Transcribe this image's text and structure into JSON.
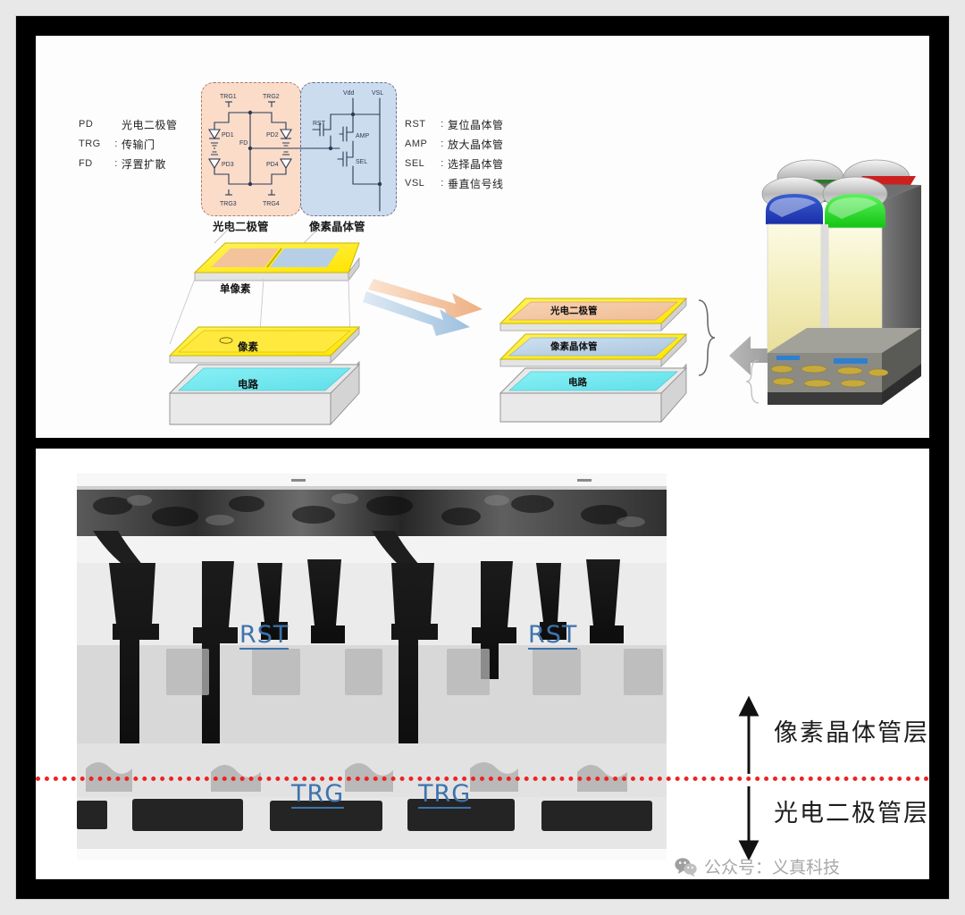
{
  "figure": {
    "title_hidden": "",
    "panels": [
      "schematic",
      "tem-cross-section"
    ]
  },
  "colors": {
    "photodiode_box": "#fadcc9",
    "pixel_transistor_box": "#ccdcef",
    "label_blue": "#3d73ad",
    "dotted_line_red": "#ee2222",
    "arrow_orange": "#f3c3a0",
    "arrow_blue": "#aac9e4",
    "plate_yellow": "#ffe93f",
    "plate_cyan": "#7fe8ef",
    "plate_orange": "#f5c9a6",
    "plate_blue": "#bcd4e8",
    "frame_black": "#000000",
    "page_background": "#e8e8e8"
  },
  "legend_left": {
    "rows": [
      {
        "abbr": "PD",
        "colon": "",
        "cn": "光电二极管"
      },
      {
        "abbr": "TRG",
        "colon": ":",
        "cn": "传输门"
      },
      {
        "abbr": "FD",
        "colon": ":",
        "cn": "浮置扩散"
      }
    ]
  },
  "legend_right": {
    "rows": [
      {
        "abbr": "RST",
        "colon": ":",
        "cn": "复位晶体管"
      },
      {
        "abbr": "AMP",
        "colon": ":",
        "cn": "放大晶体管"
      },
      {
        "abbr": "SEL",
        "colon": ":",
        "cn": "选择晶体管"
      },
      {
        "abbr": "VSL",
        "colon": ":",
        "cn": "垂直信号线"
      }
    ]
  },
  "circuit": {
    "photodiode_box": {
      "caption": "光电二极管",
      "transistors": [
        "TRG1",
        "TRG2",
        "TRG3",
        "TRG4"
      ],
      "diodes": [
        "PD1",
        "PD2",
        "PD3",
        "PD4"
      ],
      "node": "FD"
    },
    "pixel_transistor_box": {
      "caption": "像素晶体管",
      "rails": [
        "Vdd",
        "VSL"
      ],
      "transistors": [
        "RST",
        "AMP",
        "SEL"
      ]
    }
  },
  "stacks": {
    "single_pixel_label": "单像素",
    "left_stack": [
      {
        "label": "像素",
        "color": "#ffe93f"
      },
      {
        "label": "电路",
        "color": "#7fe8ef"
      }
    ],
    "right_stack": [
      {
        "label": "光电二极管",
        "color": "#f5c9a6"
      },
      {
        "label": "像素晶体管",
        "color": "#bcd4e8"
      },
      {
        "label": "电路",
        "color": "#7fe8ef"
      }
    ]
  },
  "render_3d": {
    "description": "3D stacked pixel render",
    "color_filters": [
      "blue",
      "green",
      "red",
      "green"
    ]
  },
  "tem": {
    "labels_top": [
      "RST",
      "RST"
    ],
    "labels_bottom": [
      "TRG",
      "TRG"
    ],
    "divider_style": "red dotted"
  },
  "side_annotations": {
    "upper": {
      "arrow": "up",
      "text": "像素晶体管层"
    },
    "lower": {
      "arrow": "down",
      "text": "光电二极管层"
    }
  },
  "watermark": {
    "icon": "wechat-icon",
    "text": "公众号：义真科技"
  }
}
